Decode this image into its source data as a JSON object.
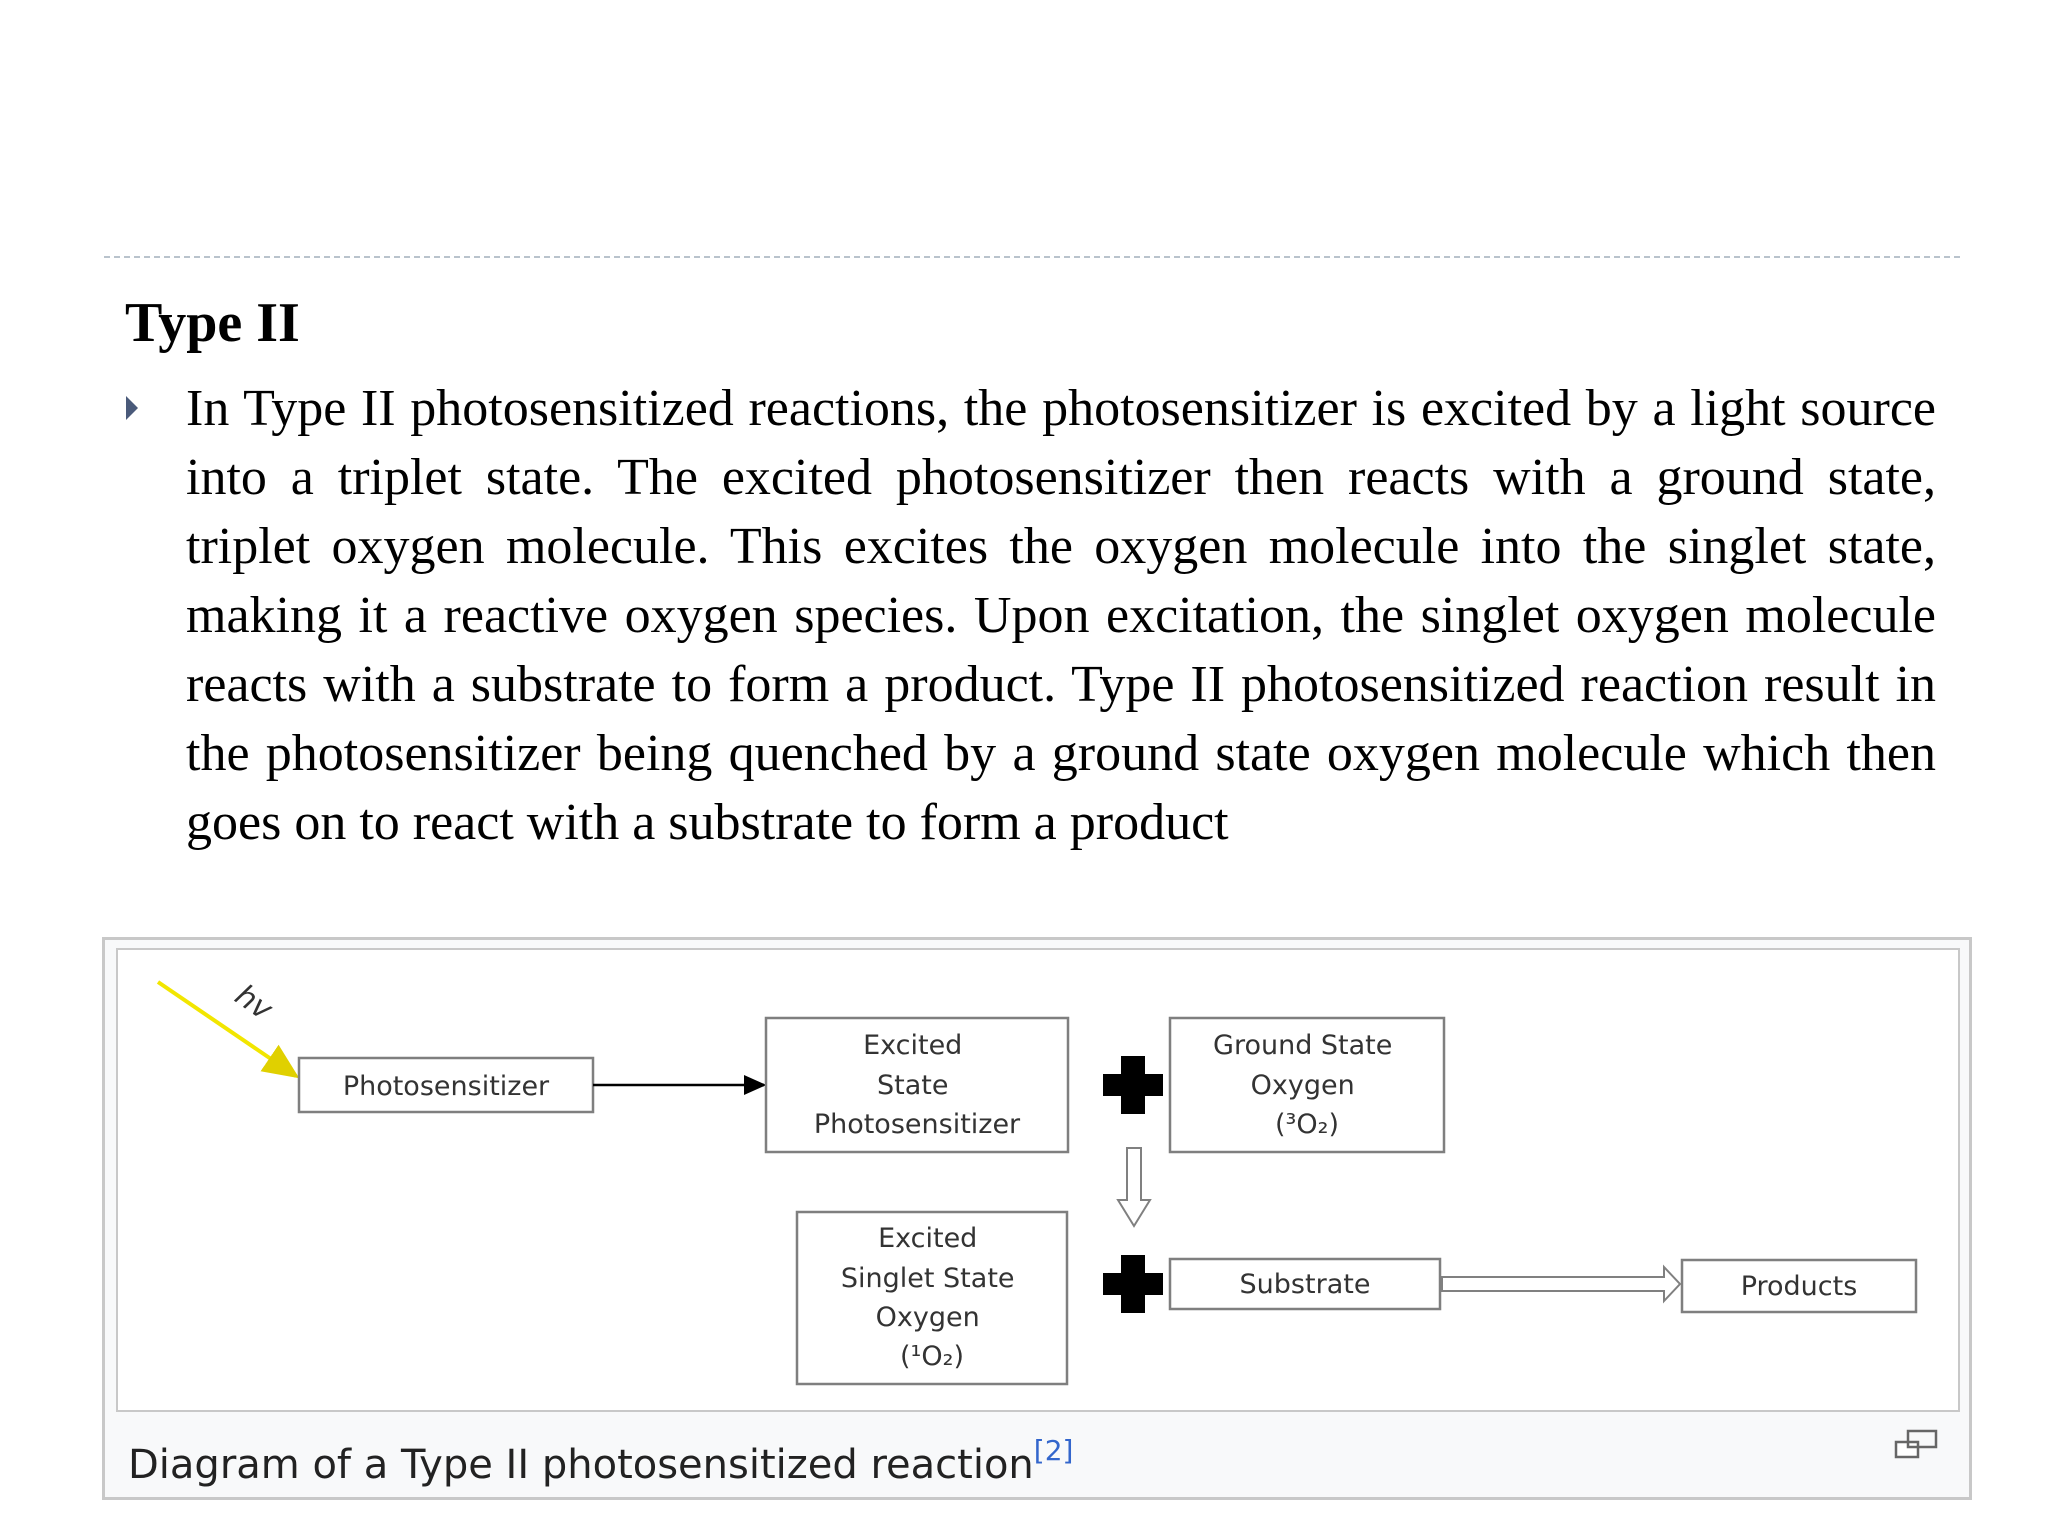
{
  "slide": {
    "heading": "Type II",
    "body": "In Type II photosensitized reactions, the photosensitizer is excited by a light source into a triplet state. The excited photosensitizer then reacts with a ground state, triplet oxygen molecule. This excites the oxygen molecule into the singlet state, making it a reactive oxygen species. Upon excitation, the singlet oxygen molecule reacts with a substrate to form a product. Type II photosensitized reaction result in the photosensitizer being quenched by a ground state oxygen molecule which then goes on to react with a substrate to form a product"
  },
  "figure": {
    "caption": "Diagram of a Type II photosensitized reaction",
    "reference": "[2]",
    "enlarge_icon": "enlarge-icon",
    "diagram": {
      "light_label": "hv",
      "nodes": {
        "photosensitizer": "Photosensitizer",
        "excited_ps": [
          "Excited",
          "State",
          "Photosensitizer"
        ],
        "ground_oxygen": [
          "Ground State",
          "Oxygen",
          "(³O₂)"
        ],
        "singlet_oxygen": [
          "Excited",
          "Singlet State",
          "Oxygen",
          "(¹O₂)"
        ],
        "substrate": "Substrate",
        "products": "Products"
      }
    }
  },
  "colors": {
    "light_ray": "#f2e600",
    "box_border": "#7f7f7f",
    "divider": "#b9c3cc",
    "reference_link": "#3366cc"
  }
}
